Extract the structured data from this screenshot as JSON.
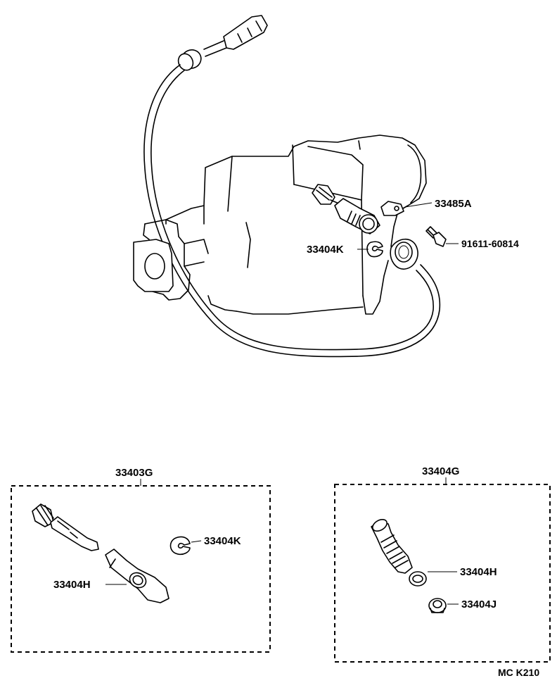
{
  "labels": {
    "part_33485A": "33485A",
    "part_91611": "91611-60814",
    "part_33404K_top": "33404K",
    "group_33403G": "33403G",
    "group_33404G": "33404G",
    "part_33404K_kit": "33404K",
    "part_33404H_left": "33404H",
    "part_33404H_right": "33404H",
    "part_33404J": "33404J",
    "footer_code": "MC  K210"
  }
}
